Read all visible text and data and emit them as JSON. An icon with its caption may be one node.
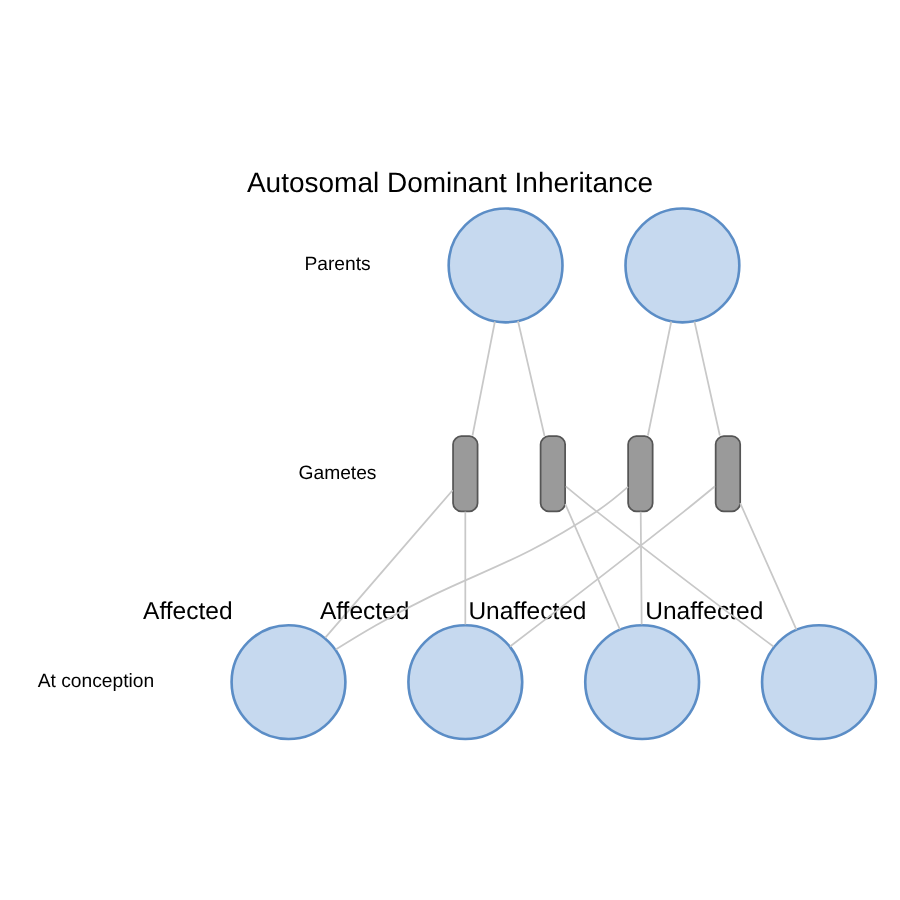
{
  "diagram": {
    "title": "Autosomal Dominant Inheritance",
    "nodes": [
      {
        "text": [],
        "shape": "circle"
      },
      {
        "text": [],
        "shape": "circle"
      },
      {
        "text": [],
        "shape": "bar"
      },
      {
        "text": [],
        "shape": "bar"
      },
      {
        "text": [],
        "shape": "bar"
      },
      {
        "text": [],
        "shape": "bar"
      },
      {
        "text": [],
        "shape": "circle",
        "beside": [
          "Affected"
        ]
      },
      {
        "text": [],
        "shape": "circle",
        "beside": [
          "Affected"
        ]
      },
      {
        "text": [],
        "shape": "circle",
        "beside": [
          "Unaffected"
        ]
      },
      {
        "text": [],
        "shape": "circle",
        "beside": [
          "Unaffected"
        ]
      }
    ],
    "edges": [
      {
        "from": 0,
        "to": 2,
        "arrow": "none"
      },
      {
        "from": 0,
        "to": 3,
        "arrow": "none"
      },
      {
        "from": 1,
        "to": 4,
        "arrow": "none"
      },
      {
        "from": 1,
        "to": 5,
        "arrow": "none"
      },
      {
        "from": 2,
        "to": 6,
        "arrow": "none"
      },
      {
        "from": 2,
        "to": 7,
        "arrow": "none"
      },
      {
        "from": 3,
        "to": 8,
        "arrow": "none"
      },
      {
        "from": 3,
        "to": 9,
        "arrow": "none"
      },
      {
        "from": 4,
        "to": 6,
        "arrow": "none"
      },
      {
        "from": 4,
        "to": 8,
        "arrow": "none"
      },
      {
        "from": 5,
        "to": 7,
        "arrow": "none"
      },
      {
        "from": 5,
        "to": 9,
        "arrow": "none"
      }
    ],
    "labels": [
      "Parents",
      "Gametes",
      "At conception"
    ]
  }
}
